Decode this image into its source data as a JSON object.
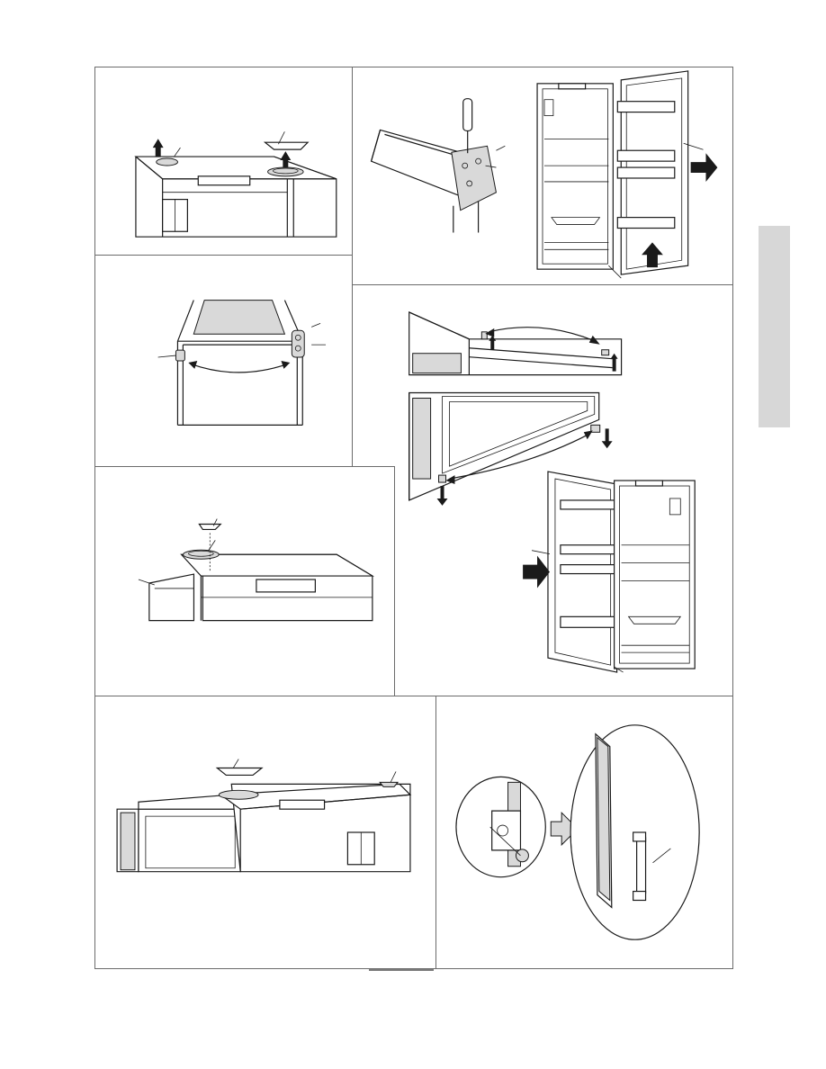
{
  "page": {
    "background": "#ffffff",
    "border_color": "#6b6b6b",
    "side_tab_color": "#d7d7d7"
  },
  "panels": [
    {
      "id": "step-remove-top-covers",
      "icons": [
        "cabinet-top-icon",
        "hinge-cover-icon",
        "arrow-up-icon"
      ]
    },
    {
      "id": "step-unscrew-top-hinge",
      "icons": [
        "screwdriver-icon",
        "hinge-bracket-icon",
        "door-removal-icon",
        "arrow-right-icon",
        "arrow-up-icon"
      ]
    },
    {
      "id": "step-swap-hinge-pins",
      "icons": [
        "cabinet-front-icon",
        "hinge-pin-icon",
        "double-arrow-icon"
      ]
    },
    {
      "id": "step-move-lower-hinge",
      "icons": [
        "cabinet-bottom-icon",
        "arrow-up-icon",
        "arrow-down-icon",
        "door-refit-icon",
        "arrow-right-icon"
      ]
    },
    {
      "id": "step-refit-hinge-cover",
      "icons": [
        "cabinet-top-icon",
        "hinge-cover-icon",
        "dotted-arrow-icon"
      ]
    },
    {
      "id": "step-close-door-fit-covers",
      "icons": [
        "cabinet-open-door-icon",
        "hinge-cover-icon"
      ]
    },
    {
      "id": "step-move-handle",
      "icons": [
        "handle-detail-icon",
        "door-handle-icon",
        "arrow-right-icon"
      ]
    }
  ]
}
